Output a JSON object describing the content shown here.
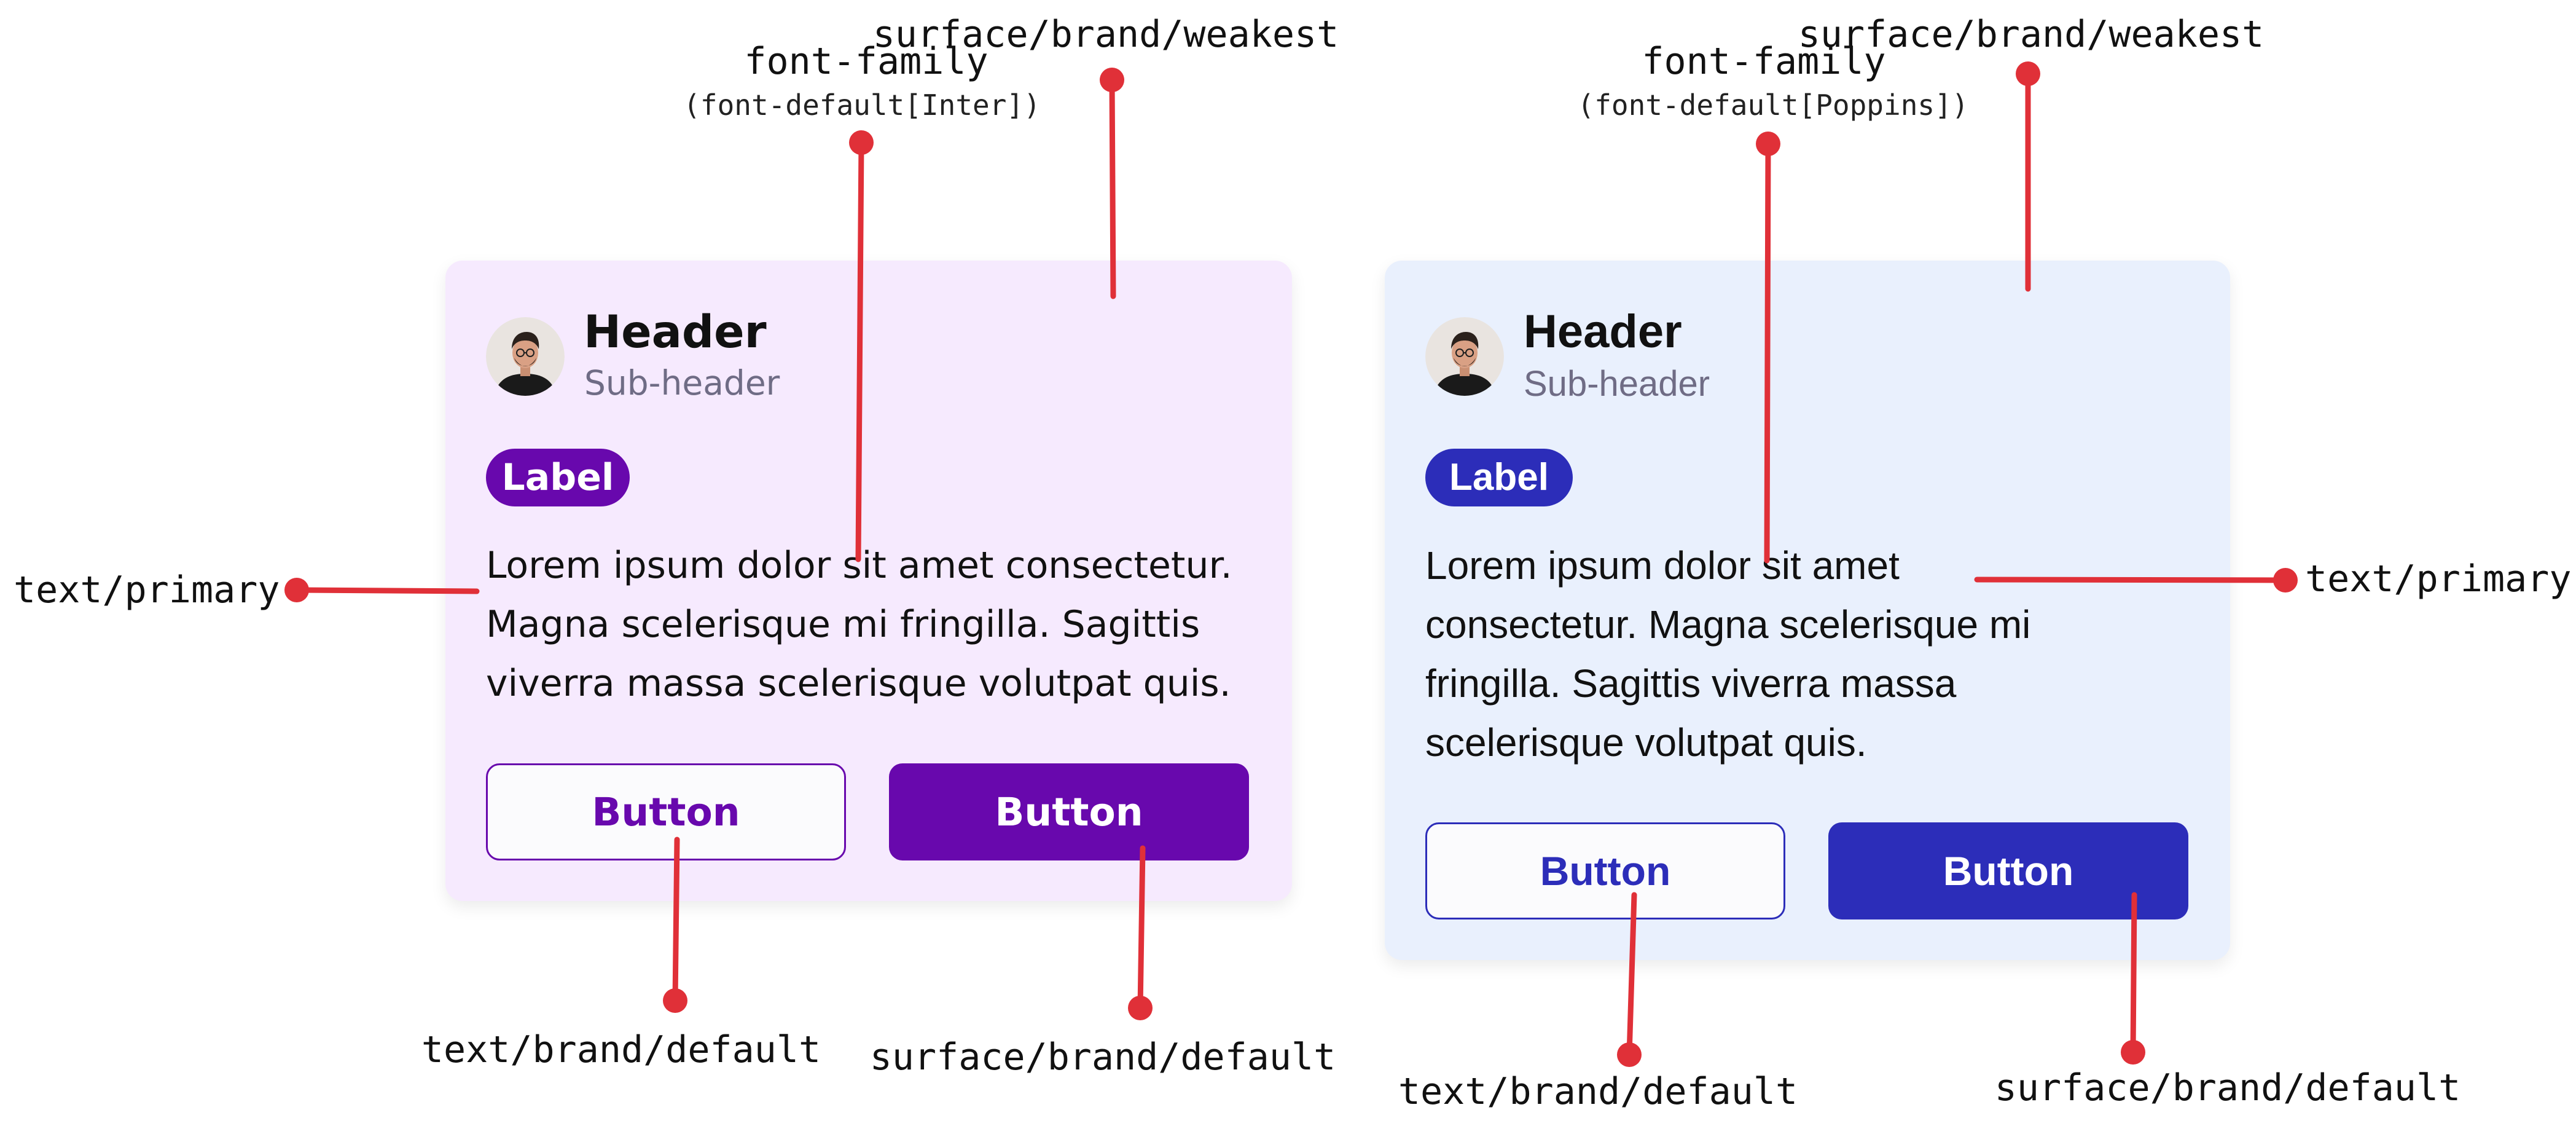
{
  "colors": {
    "annotation": "#e03038",
    "text_primary": "#111111",
    "subheader": "#6f6c85"
  },
  "cards": [
    {
      "header": "Header",
      "subheader": "Sub-header",
      "label": "Label",
      "body": "Lorem ipsum dolor sit amet consectetur.\nMagna scelerisque mi fringilla. Sagittis\nviverra massa scelerisque volutpat quis.",
      "outline_button": "Button",
      "filled_button": "Button",
      "avatar_icon": "person-avatar-icon",
      "colors": {
        "surface_weakest": "#f6eafe",
        "brand": "#6808ad",
        "outline_fill": "#fbfbfd"
      }
    },
    {
      "header": "Header",
      "subheader": "Sub-header",
      "label": "Label",
      "body": "Lorem ipsum dolor sit amet\nconsectetur. Magna scelerisque mi\nfringilla. Sagittis viverra massa\nscelerisque volutpat quis.",
      "outline_button": "Button",
      "filled_button": "Button",
      "avatar_icon": "person-avatar-icon",
      "colors": {
        "surface_weakest": "#e9f0fd",
        "brand": "#2c2db9",
        "outline_fill": "#fbfbfd"
      }
    }
  ],
  "annotations": {
    "left": {
      "font_family": "font-family",
      "font_family_detail": "(font-default[Inter])",
      "surface_weakest": "surface/brand/weakest",
      "text_primary": "text/primary",
      "text_brand_default": "text/brand/default",
      "surface_brand_default": "surface/brand/default"
    },
    "right": {
      "font_family": "font-family",
      "font_family_detail": "(font-default[Poppins])",
      "surface_weakest": "surface/brand/weakest",
      "text_primary": "text/primary",
      "text_brand_default": "text/brand/default",
      "surface_brand_default": "surface/brand/default"
    }
  }
}
